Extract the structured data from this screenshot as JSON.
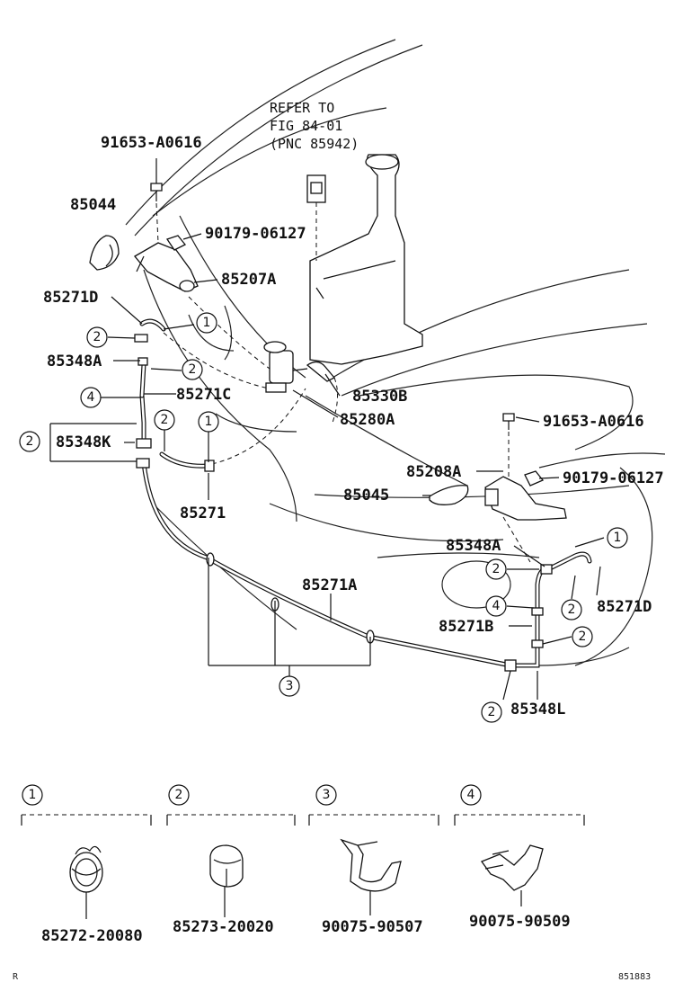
{
  "reference_note": [
    "REFER TO",
    "FIG 84-01",
    "(PNC 85942)"
  ],
  "callouts": {
    "bolt_left": "91653-A0616",
    "cap_left": "85044",
    "clip_left": "90179-06127",
    "nozzle_left": "85207A",
    "hose_d_left": "85271D",
    "joint_a_left": "85348A",
    "hose_c": "85271C",
    "joint_b": "85330B",
    "pump": "85280A",
    "joint_k": "85348K",
    "hose_main": "85271",
    "bolt_right": "91653-A0616",
    "nozzle_right": "85208A",
    "clip_right": "90179-06127",
    "cap_right": "85045",
    "joint_a_right": "85348A",
    "hose_a": "85271A",
    "hose_d_right": "85271D",
    "hose_b": "85271B",
    "joint_l": "85348L"
  },
  "markers": [
    "1",
    "2",
    "3",
    "4"
  ],
  "legend": [
    {
      "num": "1",
      "part": "85272-20080"
    },
    {
      "num": "2",
      "part": "85273-20020"
    },
    {
      "num": "3",
      "part": "90075-90507"
    },
    {
      "num": "4",
      "part": "90075-90509"
    }
  ],
  "corner_mark": "R",
  "figure_code": "851883"
}
